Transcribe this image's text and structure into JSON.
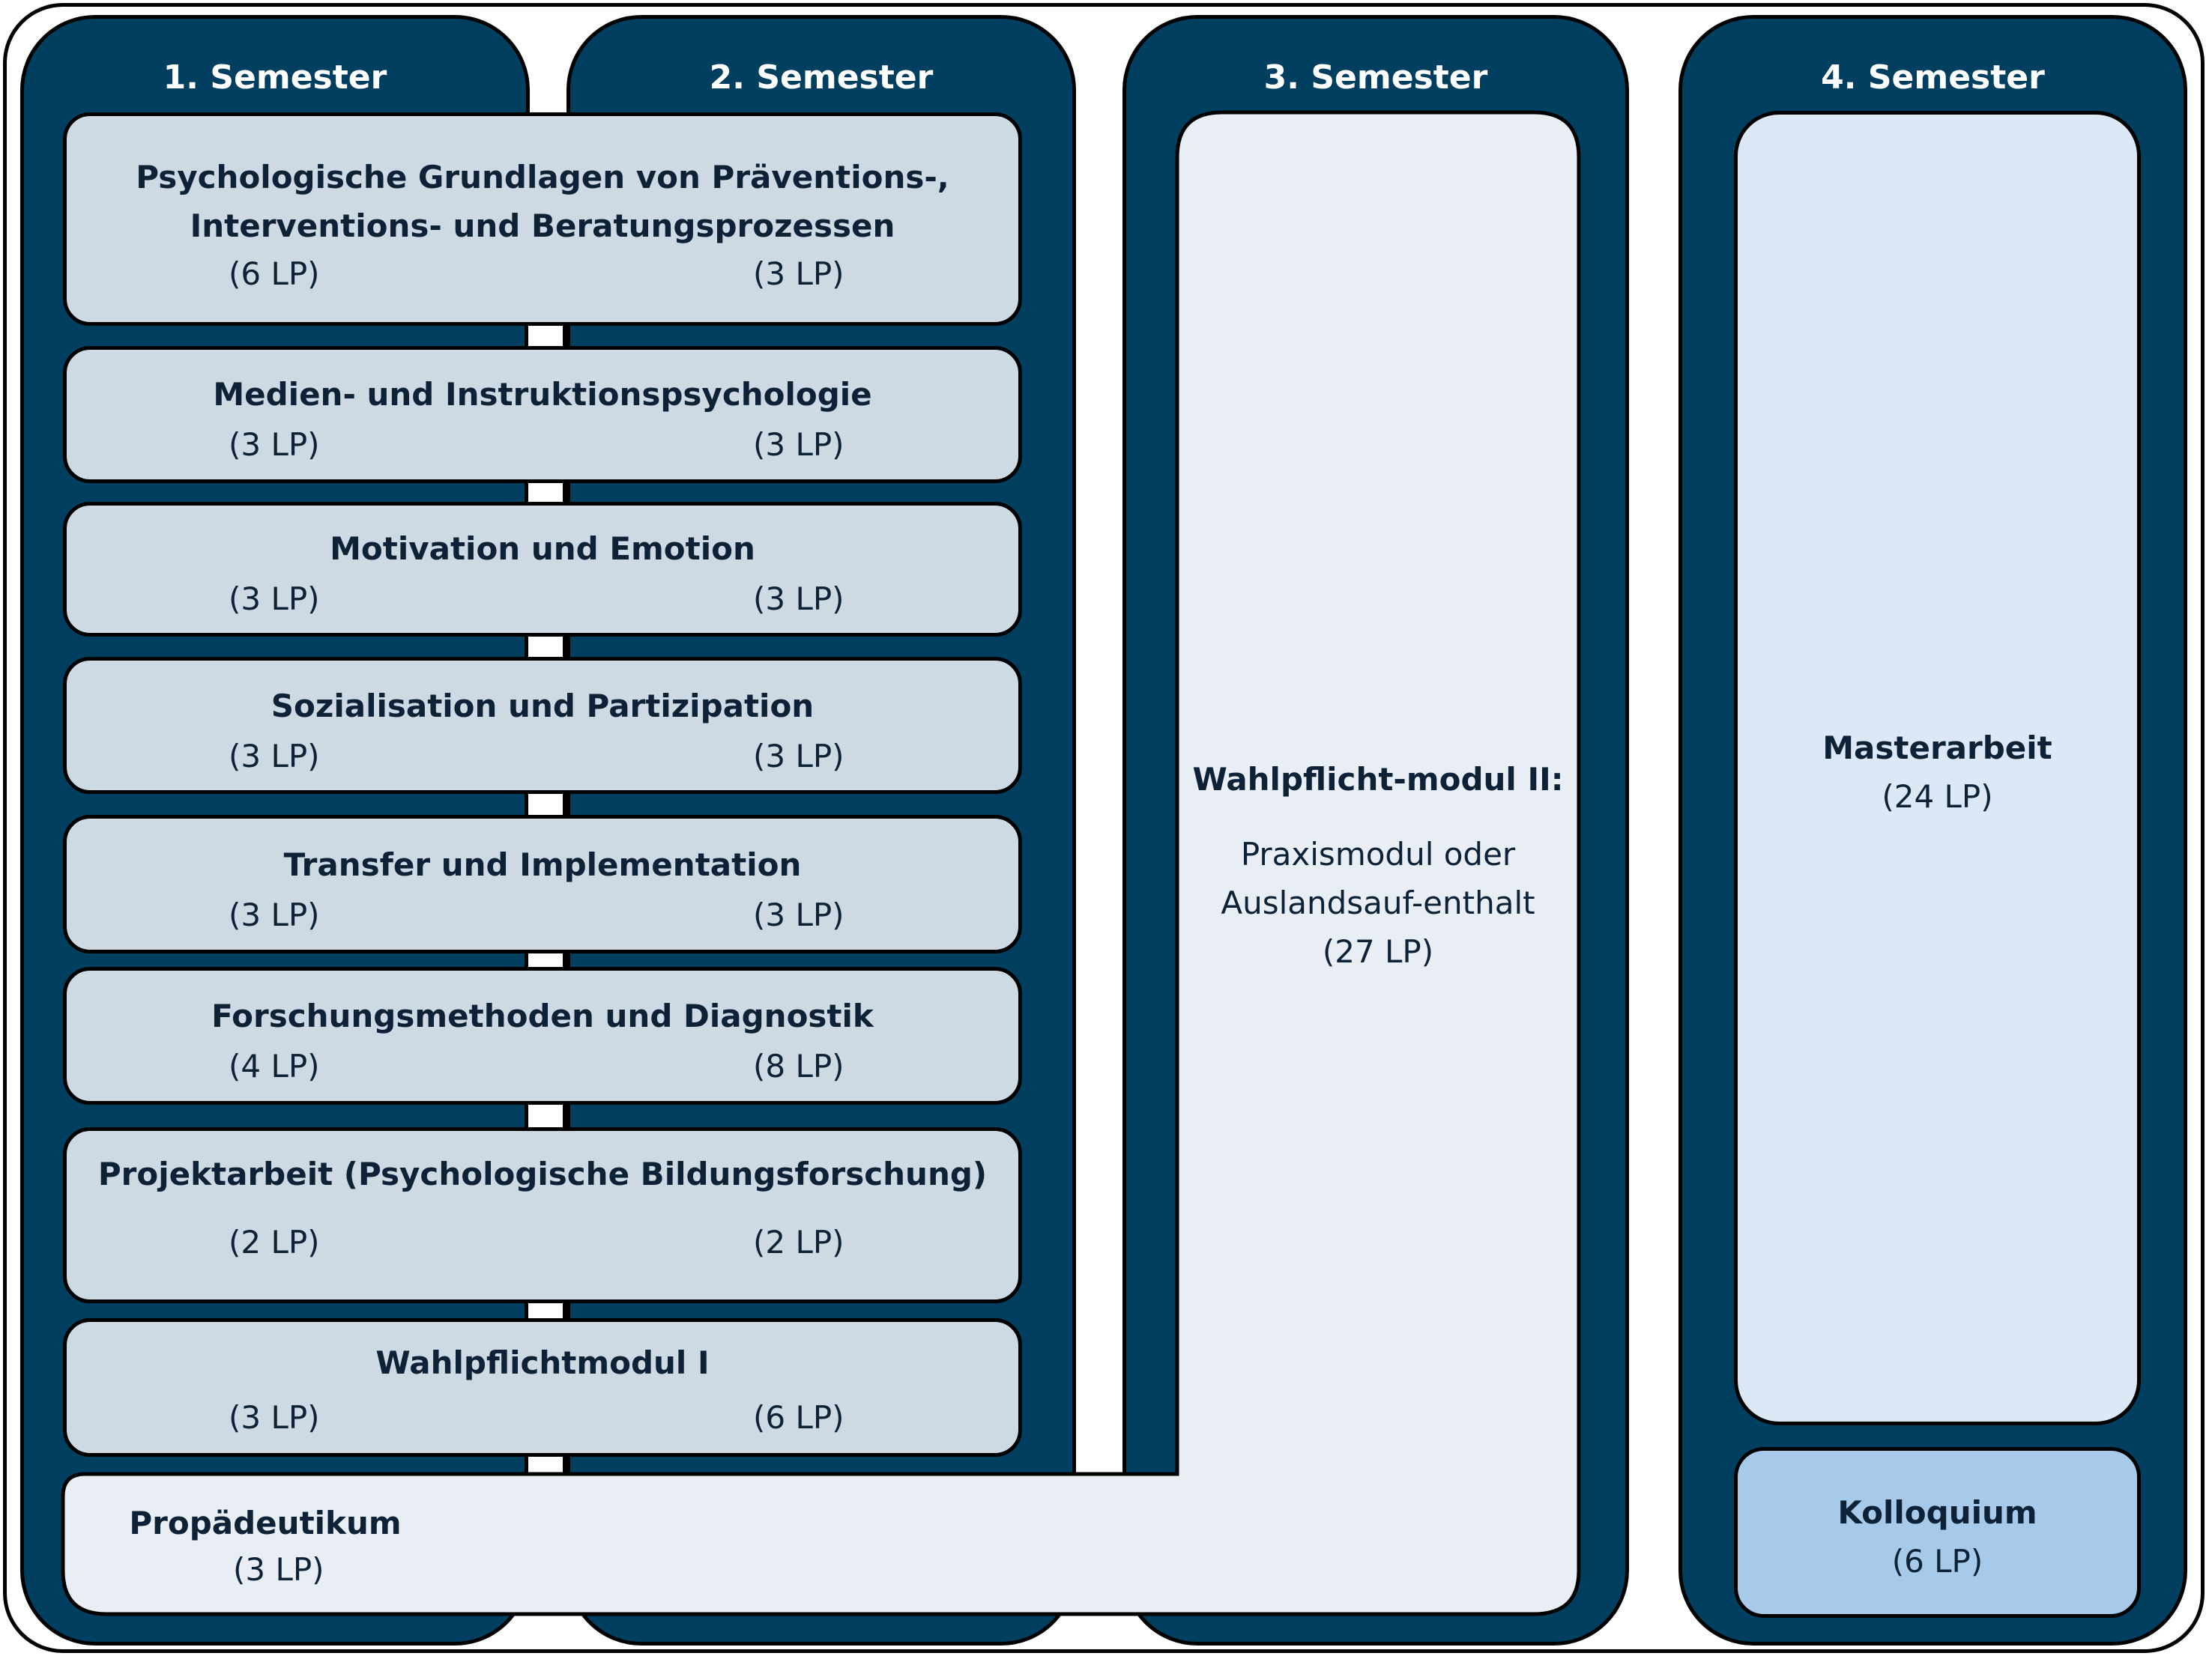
{
  "colors": {
    "column_fill": "#003f5f",
    "module_fill": "#cddae3",
    "light_fill": "#e8eef4",
    "thesis_fill": "#dce8f5",
    "colloquium_fill": "#a7c9ea",
    "text": "#0d2236",
    "header_text": "#ffffff"
  },
  "semesters": [
    "1. Semester",
    "2. Semester",
    "3. Semester",
    "4. Semester"
  ],
  "modules": [
    {
      "title_line1": "Psychologische Grundlagen von Präventions-,",
      "title_line2": "Interventions- und Beratungsprozessen",
      "lp_sem1": "(6 LP)",
      "lp_sem2": "(3 LP)"
    },
    {
      "title": "Medien- und Instruktionspsychologie",
      "lp_sem1": "(3 LP)",
      "lp_sem2": "(3 LP)"
    },
    {
      "title": "Motivation und Emotion",
      "lp_sem1": "(3 LP)",
      "lp_sem2": "(3 LP)"
    },
    {
      "title": "Sozialisation und Partizipation",
      "lp_sem1": "(3 LP)",
      "lp_sem2": "(3 LP)"
    },
    {
      "title": "Transfer und Implementation",
      "lp_sem1": "(3 LP)",
      "lp_sem2": "(3 LP)"
    },
    {
      "title": "Forschungsmethoden und Diagnostik",
      "lp_sem1": "(4 LP)",
      "lp_sem2": "(8 LP)"
    },
    {
      "title": "Projektarbeit (Psychologische Bildungsforschung)",
      "lp_sem1": "(2 LP)",
      "lp_sem2": "(2 LP)"
    },
    {
      "title": "Wahlpflichtmodul I",
      "lp_sem1": "(3 LP)",
      "lp_sem2": "(6 LP)"
    }
  ],
  "propaedeutikum": {
    "title": "Propädeutikum",
    "lp": "(3 LP)"
  },
  "wahlpflicht2": {
    "title": "Wahlpflicht-modul II:",
    "line1": "Praxismodul oder",
    "line2": "Auslandsauf-enthalt",
    "lp": "(27 LP)"
  },
  "masterarbeit": {
    "title": "Masterarbeit",
    "lp": "(24 LP)"
  },
  "kolloquium": {
    "title": "Kolloquium",
    "lp": "(6 LP)"
  }
}
